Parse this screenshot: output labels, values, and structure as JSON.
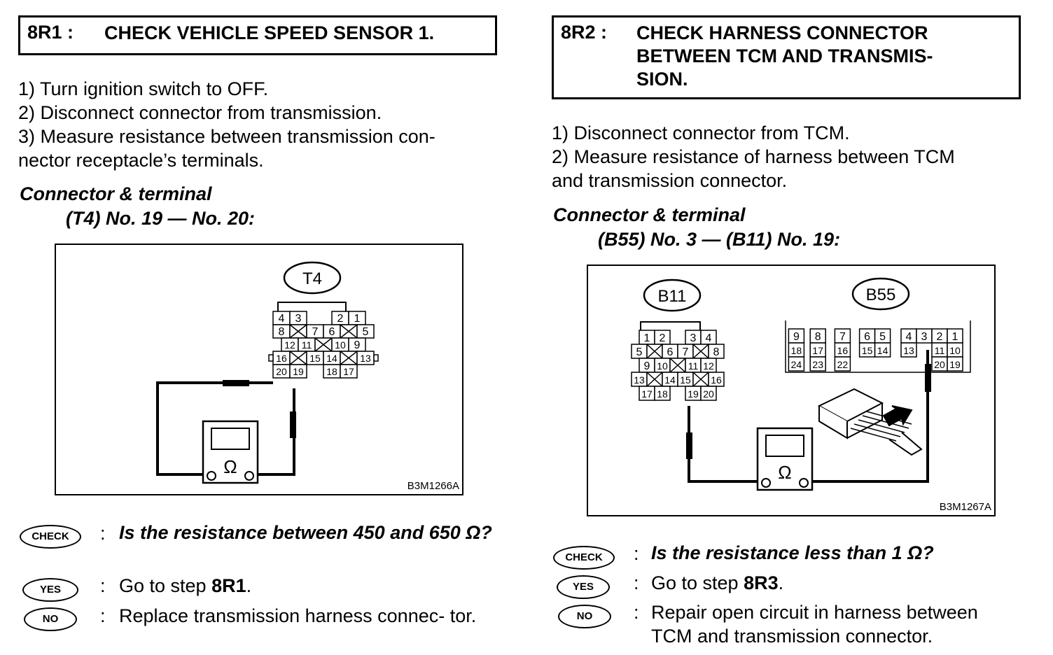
{
  "left": {
    "step_id": "8R1 :",
    "step_title": "CHECK VEHICLE SPEED SENSOR 1.",
    "instructions": [
      "1)  Turn ignition switch to OFF.",
      "2)  Disconnect connector from transmission.",
      "3)  Measure resistance between transmission con-",
      "nector receptacle’s terminals."
    ],
    "connector_heading": "Connector & terminal",
    "connector_spec": "(T4) No. 19 — No. 20:",
    "diagram": {
      "connector_label": "T4",
      "pins": [
        "4",
        "3",
        "2",
        "1",
        "8",
        "7",
        "6",
        "5",
        "12",
        "11",
        "10",
        "9",
        "16",
        "15",
        "14",
        "13",
        "20",
        "19",
        "18",
        "17"
      ],
      "meter_symbol": "Ω",
      "figure_code": "B3M1266A"
    },
    "check_badge": "CHECK",
    "check_text": "Is the resistance between 450 and 650 Ω?",
    "yes_badge": "YES",
    "yes_prefix": "Go to step ",
    "yes_step": "8R1",
    "yes_suffix": ".",
    "no_badge": "NO",
    "no_text": "Replace transmission harness connec- tor."
  },
  "right": {
    "step_id": "8R2 :",
    "step_title_lines": [
      "CHECK HARNESS CONNECTOR",
      "BETWEEN TCM AND TRANSMIS-",
      "SION."
    ],
    "instructions": [
      "1)  Disconnect connector from TCM.",
      "2)  Measure resistance of harness between TCM",
      "and transmission connector."
    ],
    "connector_heading": "Connector & terminal",
    "connector_spec": "(B55) No. 3 — (B11) No. 19:",
    "diagram": {
      "b11_label": "B11",
      "b55_label": "B55",
      "b11_pins": [
        "1",
        "2",
        "3",
        "4",
        "5",
        "6",
        "7",
        "8",
        "9",
        "10",
        "11",
        "12",
        "13",
        "14",
        "15",
        "16",
        "17",
        "18",
        "19",
        "20"
      ],
      "b55_pins": [
        "9",
        "8",
        "7",
        "6",
        "5",
        "4",
        "3",
        "2",
        "1",
        "18",
        "17",
        "16",
        "15",
        "14",
        "13",
        "11",
        "10",
        "24",
        "23",
        "22",
        "20",
        "19"
      ],
      "meter_symbol": "Ω",
      "figure_code": "B3M1267A"
    },
    "check_badge": "CHECK",
    "check_text": "Is the resistance less than 1 Ω?",
    "yes_badge": "YES",
    "yes_prefix": "Go to step ",
    "yes_step": "8R3",
    "yes_suffix": ".",
    "no_badge": "NO",
    "no_text_lines": [
      "Repair open circuit in harness between",
      "TCM and transmission connector."
    ]
  }
}
